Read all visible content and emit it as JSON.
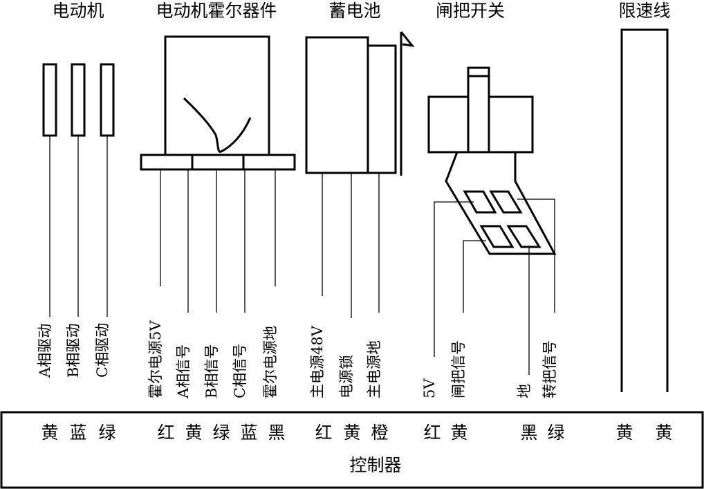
{
  "titles": {
    "motor": "电动机",
    "hall": "电动机霍尔器件",
    "battery": "蓄电池",
    "brake": "闸把开关",
    "speed": "限速线"
  },
  "labels": {
    "a_drive": "A相驱动",
    "b_drive": "B相驱动",
    "c_drive": "C相驱动",
    "hall_5v": "霍尔电源5V",
    "a_signal": "A相信号",
    "b_signal": "B相信号",
    "c_signal": "C相信号",
    "hall_gnd": "霍尔电源地",
    "main_48v": "主电源48V",
    "power_lock": "电源锁",
    "main_gnd": "主电源地",
    "v5": "5V",
    "brake_signal": "闸把信号",
    "gnd": "地",
    "throttle_signal": "转把信号"
  },
  "wire_colors": {
    "c1": "黄",
    "c2": "蓝",
    "c3": "绿",
    "c4": "红",
    "c5": "黄",
    "c6": "绿",
    "c7": "蓝",
    "c8": "黑",
    "c9": "红",
    "c10": "黄",
    "c11": "橙",
    "c12": "红",
    "c13": "黄",
    "c14": "黑",
    "c15": "绿",
    "c16": "黄",
    "c17": "黄"
  },
  "controller": {
    "label": "控制器"
  }
}
